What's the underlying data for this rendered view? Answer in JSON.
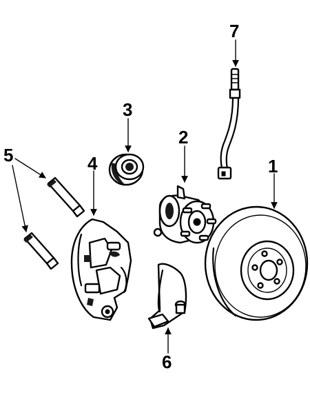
{
  "callouts": {
    "rotor": "1",
    "hub_bearing": "2",
    "seal": "3",
    "caliper": "4",
    "guide_pins": "5",
    "bracket": "6",
    "brake_hose": "7"
  }
}
